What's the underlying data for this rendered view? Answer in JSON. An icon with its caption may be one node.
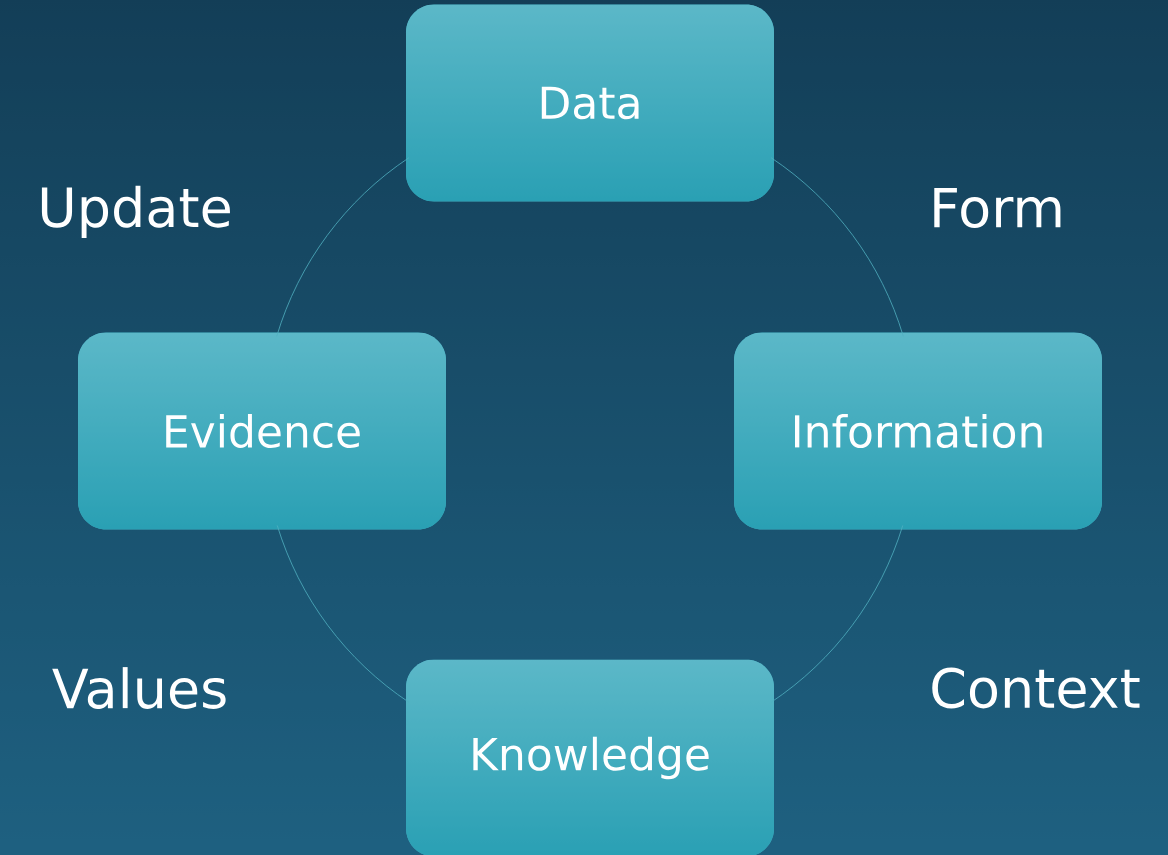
{
  "diagram": {
    "nodes": [
      {
        "text": [
          "Data"
        ]
      },
      {
        "text": [
          "Information"
        ]
      },
      {
        "text": [
          "Knowledge"
        ]
      },
      {
        "text": [
          "Evidence"
        ]
      }
    ],
    "edges": [
      {
        "from": 0,
        "to": 1,
        "arrow": "none",
        "label": "Form"
      },
      {
        "from": 1,
        "to": 2,
        "arrow": "none",
        "label": "Context"
      },
      {
        "from": 2,
        "to": 3,
        "arrow": "none",
        "label": "Values"
      },
      {
        "from": 3,
        "to": 0,
        "arrow": "none",
        "label": "Update"
      }
    ]
  }
}
